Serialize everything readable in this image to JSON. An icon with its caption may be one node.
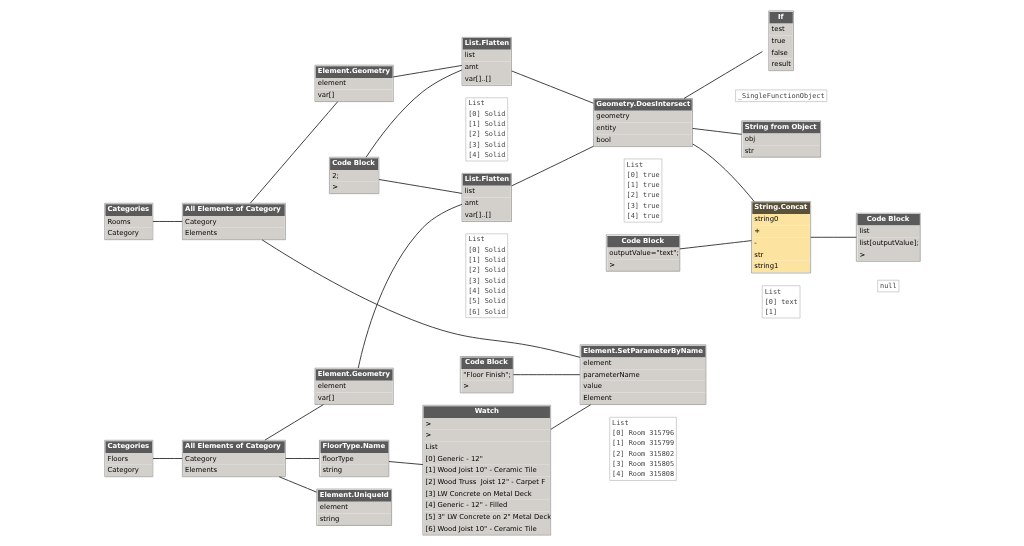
{
  "diagram": {
    "nodes": [
      {
        "text": [
          "Categories",
          "Rooms",
          "Category"
        ]
      },
      {
        "text": [
          "All Elements of Category",
          "Category",
          "Elements"
        ]
      },
      {
        "text": [
          "Element.Geometry",
          "element",
          "var[]"
        ]
      },
      {
        "text": [
          "Code Block",
          "2;",
          ">"
        ]
      },
      {
        "text": [
          "List.Flatten",
          "list",
          "amt",
          "var[]..[]"
        ],
        "beside": [
          "List",
          "[0] Solid",
          "[1] Solid",
          "[2] Solid",
          "[3] Solid",
          "[4] Solid"
        ]
      },
      {
        "text": [
          "List.Flatten",
          "list",
          "amt",
          "var[]..[]"
        ],
        "beside": [
          "List",
          "[0] Solid",
          "[1] Solid",
          "[2] Solid",
          "[3] Solid",
          "[4] Solid",
          "[5] Solid",
          "[6] Solid"
        ]
      },
      {
        "text": [
          "Geometry.DoesIntersect",
          "geometry",
          "entity",
          "bool"
        ],
        "beside": [
          "List",
          "[0] true",
          "[1] true",
          "[2] true",
          "[3] true",
          "[4] true"
        ]
      },
      {
        "text": [
          "If",
          "test",
          "true",
          "false",
          "result"
        ],
        "beside": [
          "_SingleFunctionObject"
        ]
      },
      {
        "text": [
          "Code Block",
          "outputValue=\"text\";",
          ">"
        ]
      },
      {
        "text": [
          "String from Object",
          "obj",
          "str"
        ]
      },
      {
        "text": [
          "String.Concat",
          "string0",
          "+",
          "-",
          "str",
          "string1"
        ],
        "beside": [
          "List",
          "[0] text",
          "[1]"
        ]
      },
      {
        "text": [
          "Code Block",
          "list",
          "list[outputValue];",
          ">"
        ],
        "beside": [
          "null"
        ]
      },
      {
        "text": [
          "Categories",
          "Floors",
          "Category"
        ]
      },
      {
        "text": [
          "All Elements of Category",
          "Category",
          "Elements"
        ]
      },
      {
        "text": [
          "Element.Geometry",
          "element",
          "var[]"
        ]
      },
      {
        "text": [
          "Code Block",
          "\"Floor Finish\";",
          ">"
        ]
      },
      {
        "text": [
          "Element.SetParameterByName",
          "element",
          "parameterName",
          "value",
          "Element"
        ],
        "beside": [
          "List",
          "[0] Room 315796",
          "[1] Room 315799",
          "[2] Room 315802",
          "[3] Room 315805",
          "[4] Room 315808"
        ]
      },
      {
        "text": [
          "FloorType.Name",
          "floorType",
          "string"
        ]
      },
      {
        "text": [
          "Watch",
          ">",
          ">",
          "List",
          "[0] Generic - 12\"",
          "[1] Wood Joist 10\" - Ceramic Tile",
          "[2] Wood Truss  Joist 12\" - Carpet F",
          "[3] LW Concrete on Metal Deck",
          "[4] Generic - 12\" - Filled",
          "[5] 3\" LW Concrete on 2\" Metal Deck",
          "[6] Wood Joist 10\" - Ceramic Tile"
        ]
      },
      {
        "text": [
          "Element.UniqueId",
          "element",
          "string"
        ]
      }
    ],
    "edges": [
      {
        "from": 0,
        "to": 1,
        "arrow": "none"
      },
      {
        "from": 1,
        "to": 2,
        "arrow": "none"
      },
      {
        "from": 1,
        "to": 16,
        "arrow": "none"
      },
      {
        "from": 2,
        "to": 4,
        "arrow": "none"
      },
      {
        "from": 3,
        "to": 4,
        "arrow": "none"
      },
      {
        "from": 3,
        "to": 5,
        "arrow": "none"
      },
      {
        "from": 14,
        "to": 5,
        "arrow": "none"
      },
      {
        "from": 4,
        "to": 6,
        "arrow": "none"
      },
      {
        "from": 5,
        "to": 6,
        "arrow": "none"
      },
      {
        "from": 6,
        "to": 7,
        "arrow": "none"
      },
      {
        "from": 6,
        "to": 9,
        "arrow": "none"
      },
      {
        "from": 6,
        "to": 10,
        "arrow": "none"
      },
      {
        "from": 8,
        "to": 10,
        "arrow": "none"
      },
      {
        "from": 10,
        "to": 11,
        "arrow": "none"
      },
      {
        "from": 12,
        "to": 13,
        "arrow": "none"
      },
      {
        "from": 13,
        "to": 14,
        "arrow": "none"
      },
      {
        "from": 13,
        "to": 17,
        "arrow": "none"
      },
      {
        "from": 13,
        "to": 19,
        "arrow": "none"
      },
      {
        "from": 15,
        "to": 16,
        "arrow": "none"
      },
      {
        "from": 17,
        "to": 18,
        "arrow": "none"
      },
      {
        "from": 18,
        "to": 16,
        "arrow": "none"
      }
    ]
  }
}
